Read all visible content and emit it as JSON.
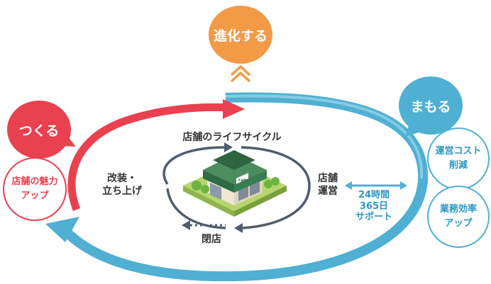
{
  "center_title": "店舗のライフサイクル",
  "stages": {
    "build": "改装・\n立ち上げ",
    "operate": "店舗\n運営",
    "close": "閉店"
  },
  "support": "24時間\n365日\nサポート",
  "badges": {
    "evolve": "進化する",
    "create": "つくる",
    "protect": "まもる"
  },
  "benefits": {
    "create": "店舗の魅力\nアップ",
    "protect_cost": "運営コスト\n削減",
    "protect_efficiency": "業務効率\nアップ"
  },
  "shop_sign": "Cafe",
  "colors": {
    "red": "#e9414f",
    "blue": "#4fb0d3",
    "orange": "#f39a47",
    "dark_arrow": "#4f5d6d",
    "text": "#333333",
    "blue_text": "#2c98c4"
  }
}
